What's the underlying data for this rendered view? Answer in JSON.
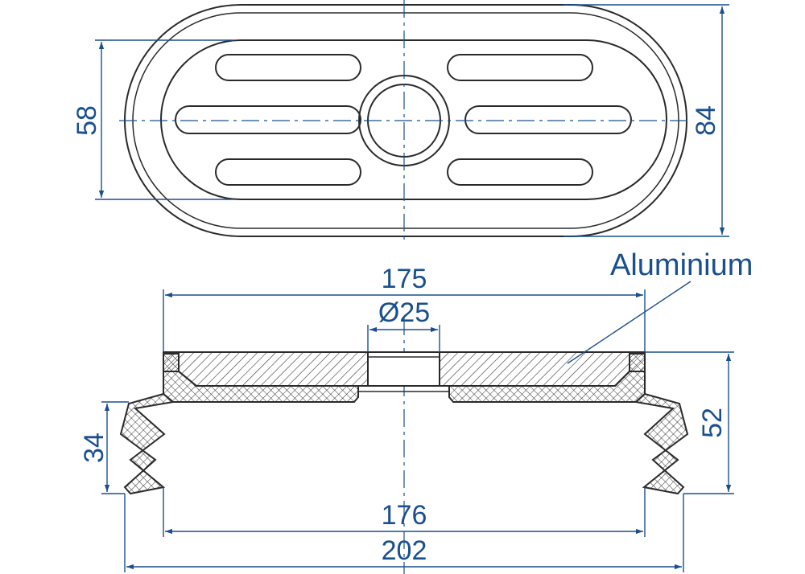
{
  "dimensions": {
    "top_height_inner": "58",
    "top_height_outer": "84",
    "section_plate_width": "175",
    "bore_diameter": "Ø25",
    "bellows_height": "34",
    "total_height": "52",
    "bellows_inner_width": "176",
    "overall_width": "202"
  },
  "labels": {
    "material": "Aluminium"
  },
  "colors": {
    "dimension": "#1a4f8e",
    "outline": "#2a2a2a",
    "background": "#ffffff"
  }
}
